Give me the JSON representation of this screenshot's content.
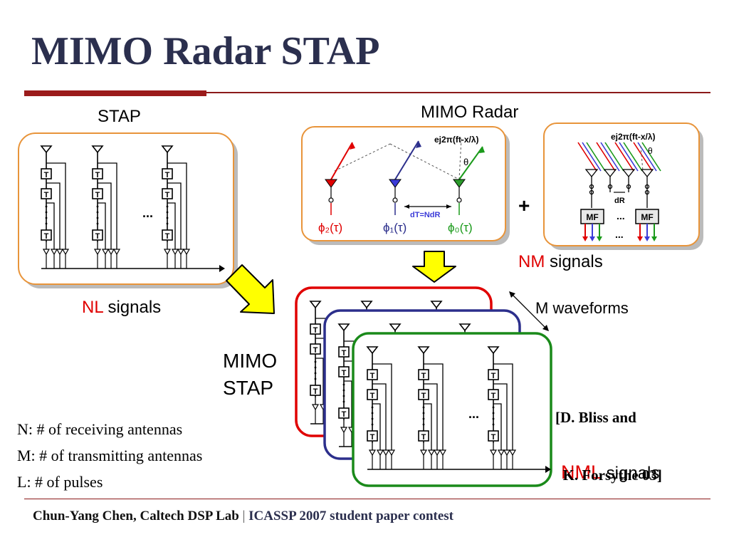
{
  "slide": {
    "title": "MIMO Radar STAP",
    "stap_label": "STAP",
    "mimo_radar_label": "MIMO Radar",
    "plus_sign": "+",
    "ellipsis": "...",
    "tap_label": "T",
    "mf_label": "MF",
    "nl_signals": {
      "prefix": "NL",
      "suffix": " signals"
    },
    "nm_signals": {
      "prefix": "NM",
      "suffix": " signals"
    },
    "nml_signals": {
      "prefix": "NML",
      "suffix": " signals"
    },
    "m_waveforms": "M waveforms",
    "mimo_stap": {
      "line1": "MIMO",
      "line2": "STAP"
    },
    "reference": {
      "line1": "[D. Bliss and",
      "line2": "  K. Forsythe 03]"
    },
    "legend": [
      "N: # of receiving antennas",
      "M: # of transmitting antennas",
      "L: # of pulses"
    ],
    "radar_diagram": {
      "phi2": "ϕ₂(τ)",
      "phi1": "ϕ₁(τ)",
      "phi0": "ϕ₀(τ)",
      "spacing": "dT=NdR",
      "theta": "θ",
      "phase_term": "ej2π(ft-x/λ)",
      "receiver_spacing": "dR"
    },
    "footer": {
      "author": "Chun-Yang Chen, Caltech DSP Lab",
      "separator": "|",
      "conference": "ICASSP 2007 student paper contest"
    },
    "colors": {
      "title": "#2b2f4e",
      "accent_rule": "#9b1b1b",
      "highlight_red": "#e00000",
      "frame_orange": "#e8943a",
      "frame_red": "#e00000",
      "frame_blue": "#2c2f8c",
      "frame_green": "#1a8a1a",
      "arrow_fill": "#ffff00"
    }
  }
}
